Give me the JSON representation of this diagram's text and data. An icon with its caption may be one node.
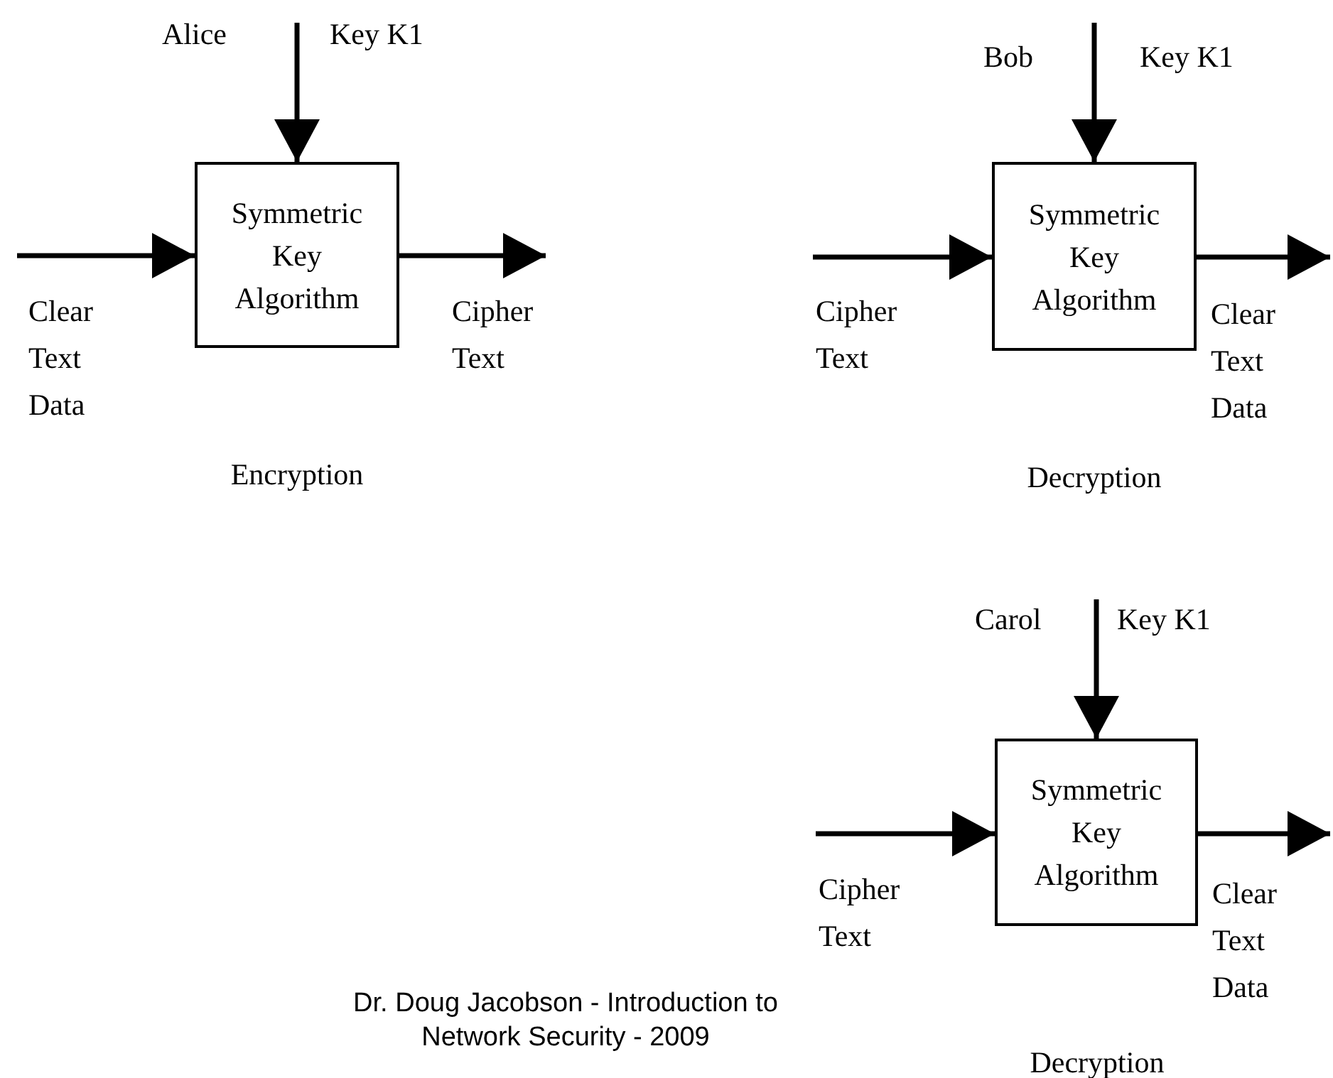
{
  "diagram": {
    "nodes": [
      {
        "text": [
          "Symmetric Key Algorithm"
        ]
      },
      {
        "text": [
          "Symmetric Key Algorithm"
        ]
      },
      {
        "text": [
          "Symmetric Key Algorithm"
        ]
      }
    ],
    "edges": [
      {
        "from": null,
        "to": 0,
        "arrow": "to",
        "label": "Key K1"
      },
      {
        "from": null,
        "to": 0,
        "arrow": "to",
        "label": "Clear Text Data"
      },
      {
        "from": 0,
        "to": null,
        "arrow": "to",
        "label": "Cipher Text"
      },
      {
        "from": null,
        "to": 1,
        "arrow": "to",
        "label": "Key K1"
      },
      {
        "from": null,
        "to": 1,
        "arrow": "to",
        "label": "Cipher Text"
      },
      {
        "from": 1,
        "to": null,
        "arrow": "to",
        "label": "Clear Text Data"
      },
      {
        "from": null,
        "to": 2,
        "arrow": "to",
        "label": "Key K1"
      },
      {
        "from": null,
        "to": 2,
        "arrow": "to",
        "label": "Cipher Text"
      },
      {
        "from": 2,
        "to": null,
        "arrow": "to",
        "label": "Clear Text Data"
      }
    ],
    "labels": [
      "Alice",
      "Bob",
      "Encryption",
      "Decryption",
      "Carol",
      "Dr. Doug Jacobson - Introduction to Network Security - 2009",
      "Decryption"
    ]
  }
}
